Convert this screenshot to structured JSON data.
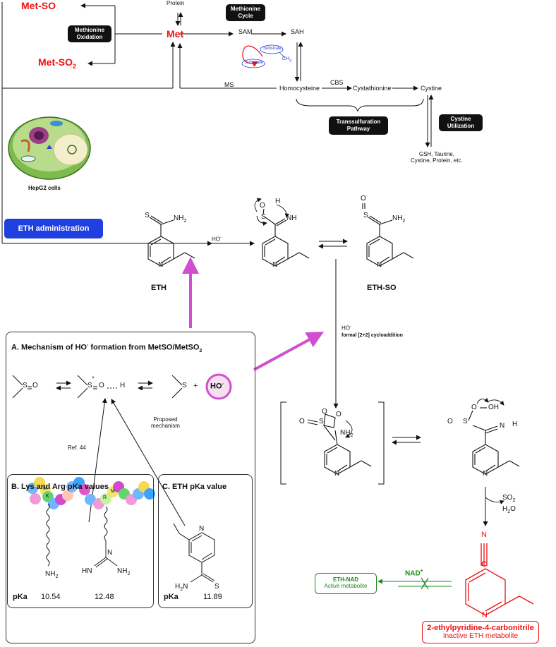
{
  "top_pathway": {
    "met_so": "Met-SO",
    "met_so2": "Met-SO",
    "met_so2_sub": "2",
    "met": "Met",
    "protein": "Protein",
    "sam": "SAM",
    "sah": "SAH",
    "substrate": "Substrate",
    "ch3": "CH",
    "ch3_sub": "3",
    "ms": "MS",
    "homocysteine": "Homocysteine",
    "cbs": "CBS",
    "cystathionine": "Cystathionine",
    "cystine": "Cystine",
    "products": [
      "GSH, Taurine,",
      "Cystine, Protein, etc."
    ],
    "pill_methionine_oxidation": [
      "Methionine",
      "Oxidation"
    ],
    "pill_methionine_cycle": [
      "Methionine",
      "Cycle"
    ],
    "pill_transsulfuration": [
      "Transsulfuration",
      "Pathway"
    ],
    "pill_cystine_utilization": [
      "Cystine",
      "Utilization"
    ],
    "hepg2": "HepG2 cells",
    "eth_admin": "ETH administration"
  },
  "reaction": {
    "nh2": "NH",
    "nh2_sub": "2",
    "s": "S",
    "n": "N",
    "o": "O",
    "h": "H",
    "nh": "NH",
    "ho_minus": "HO",
    "minus": "-",
    "eth": "ETH",
    "eth_so": "ETH-SO",
    "cycloaddition": "formal [2+2] cycloaddition",
    "so2": "SO",
    "so2_sub": "2",
    "h2o": "H",
    "h2o_sub": "2",
    "h2o_tail": "O",
    "oh": "OH",
    "nitrile_n": "N",
    "nitrile_c": "C",
    "nad_plus": "NAD",
    "plus": "+",
    "eth_nad": "ETH-NAD",
    "active_metabolite": "Active metabolite",
    "product_name": "2-ethylpyridine-4-carbonitrile",
    "product_desc": "Inactive ETH metabolite"
  },
  "panel_a": {
    "title": "A.    Mechanism of HO",
    "title_sup": "-",
    "title_tail": " formation from MetSO/MetSO",
    "title_sub": "2",
    "ref": "Ref. 44",
    "proposed": [
      "Proposed",
      "mechanism"
    ],
    "plus_sign": "+",
    "so_o": "O",
    "s_plus": "+",
    "h_label": "H"
  },
  "panel_b": {
    "title": "B.   Lys and Arg pKa values",
    "m": "M",
    "k": "K",
    "r": "R",
    "pka": "pKa",
    "lys_value": "10.54",
    "arg_value": "12.48",
    "hn": "HN",
    "n": "N"
  },
  "panel_c": {
    "title": "C.   ETH pKa value",
    "pka": "pKa",
    "value": "11.89"
  },
  "colors": {
    "red": "#e11111",
    "magenta": "#d04fd0",
    "blue": "#1f3fe0",
    "green": "#1b8a1b"
  }
}
